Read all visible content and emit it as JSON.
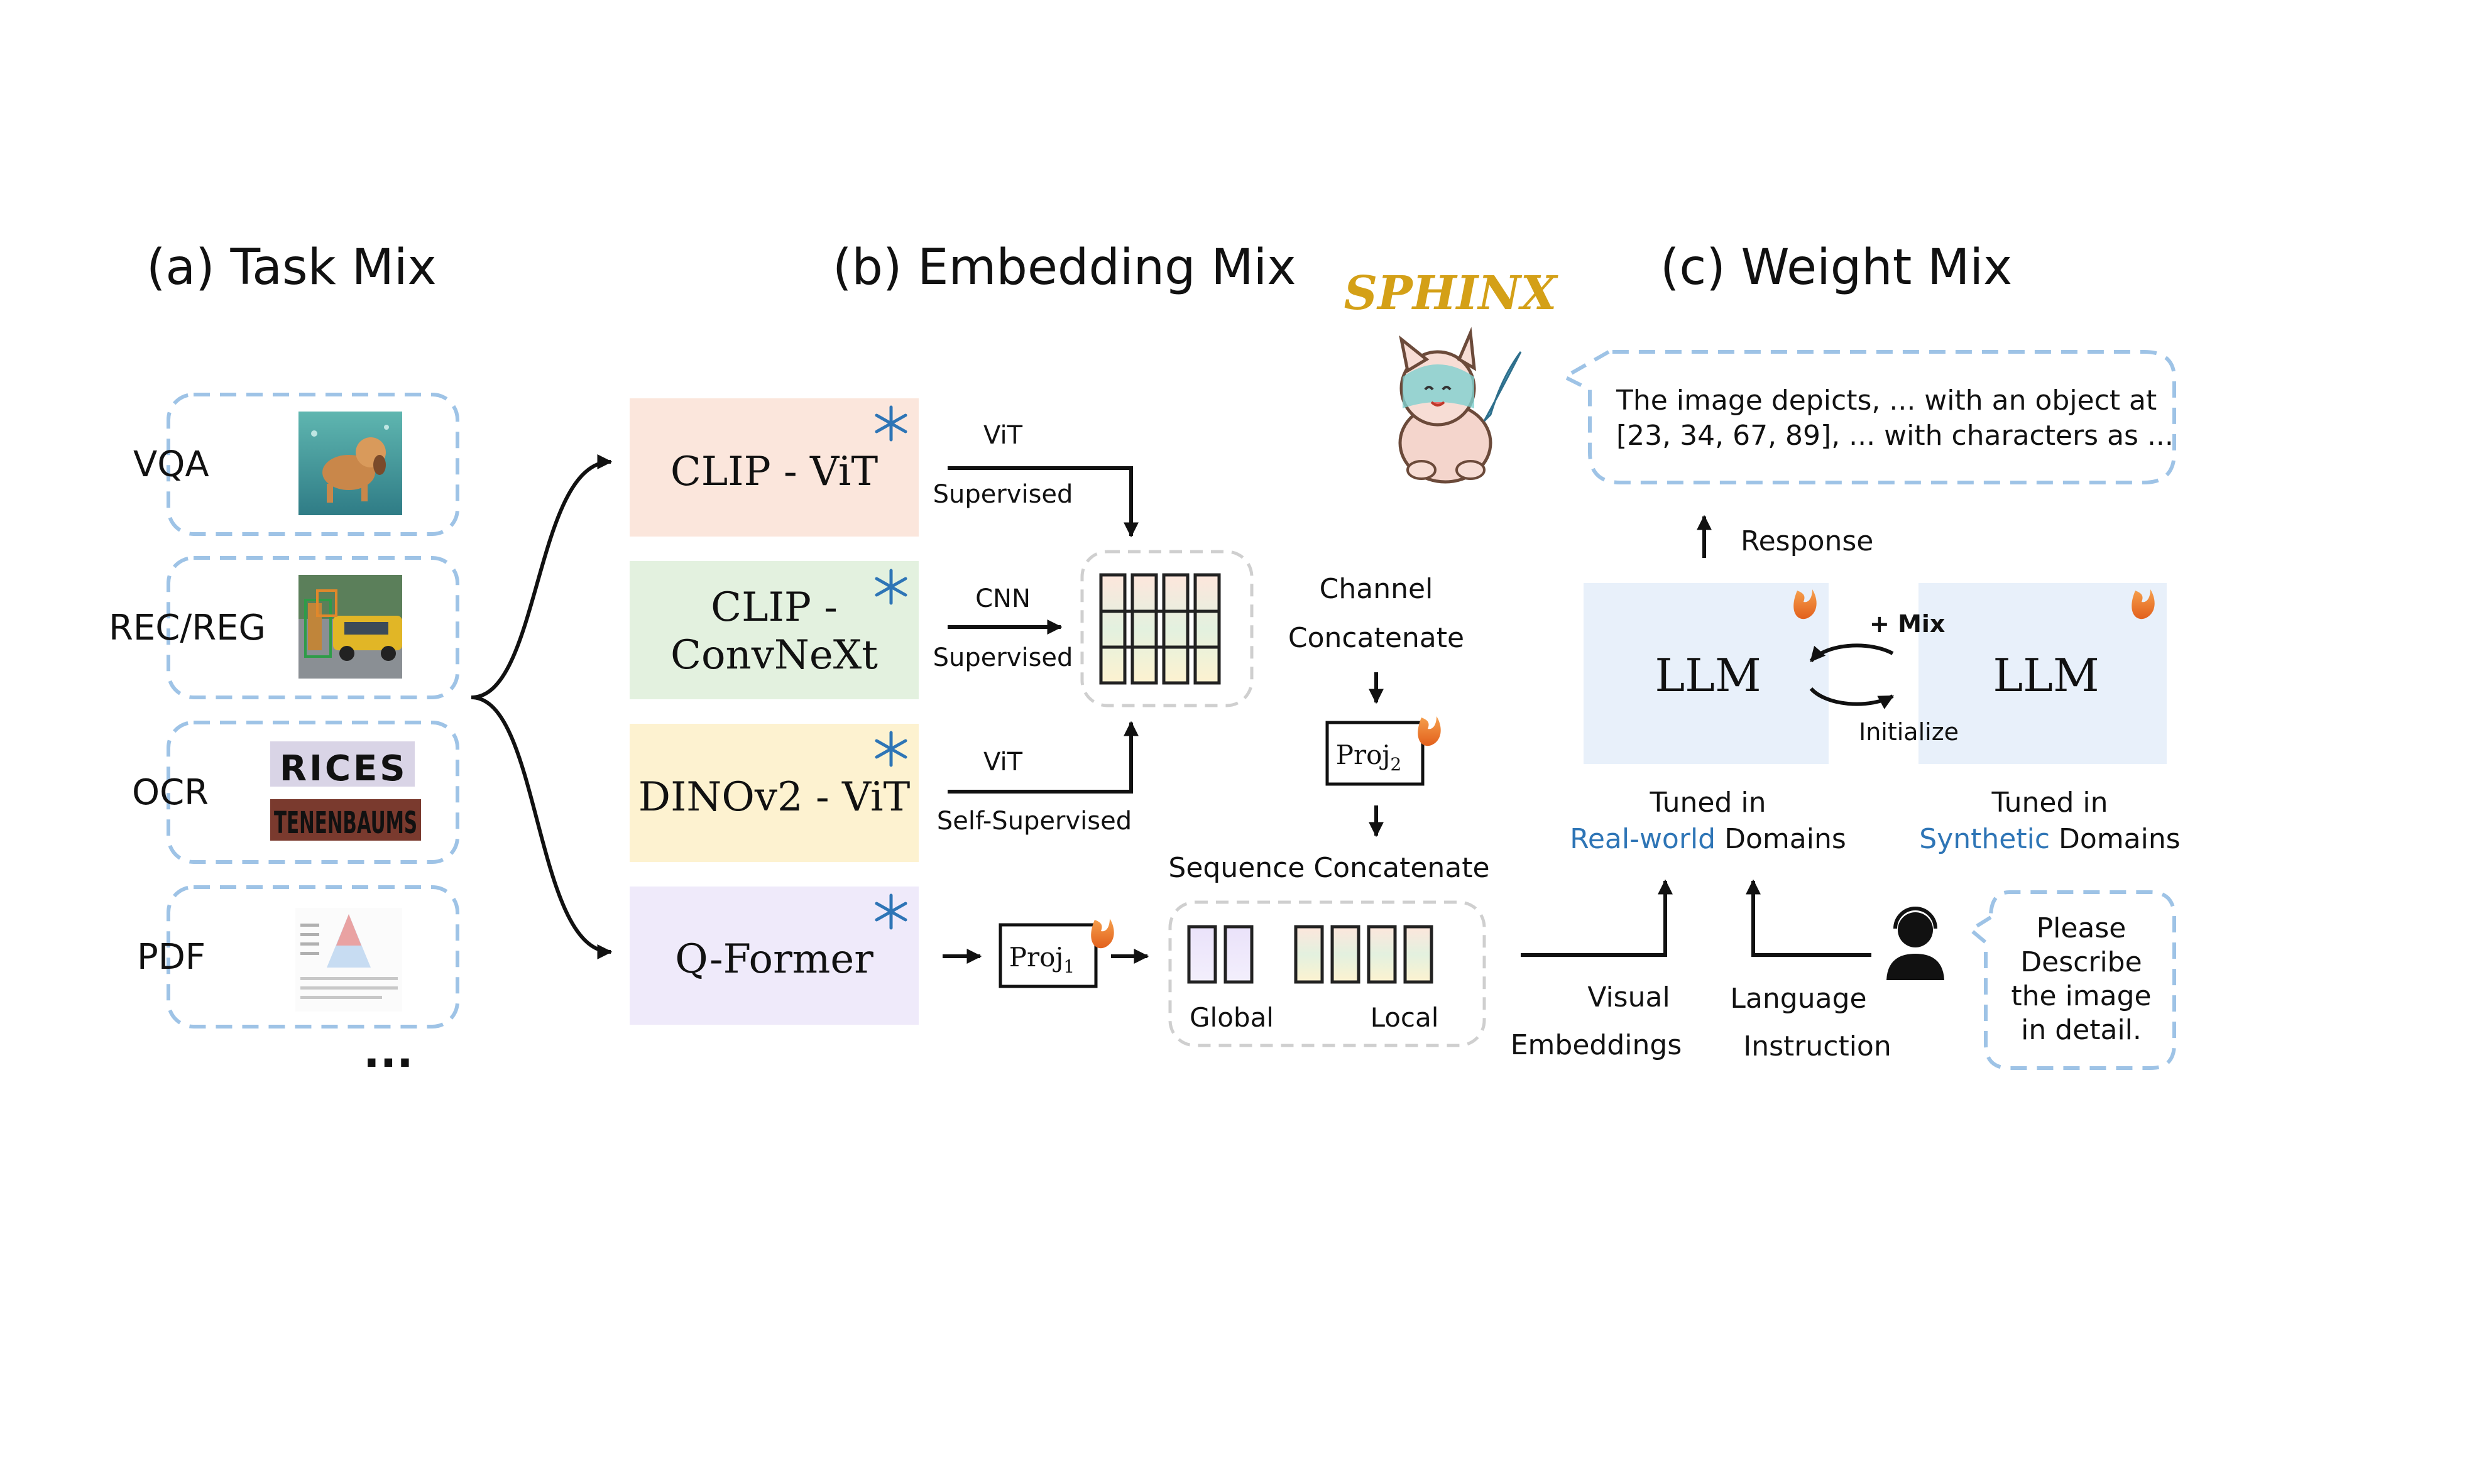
{
  "sections": {
    "task_mix": "(a) Task Mix",
    "embedding_mix": "(b) Embedding Mix",
    "weight_mix": "(c) Weight Mix"
  },
  "brand": {
    "name": "SPHINX",
    "color": "#d4a017"
  },
  "tasks": [
    {
      "label": "VQA",
      "thumb": "dog-underwater-photo"
    },
    {
      "label": "REC/REG",
      "thumb": "street-scene-photo"
    },
    {
      "label": "OCR",
      "thumb_lines": [
        "RICES",
        "TENENBAUMS"
      ]
    },
    {
      "label": "PDF",
      "thumb": "document-page"
    }
  ],
  "tasks_more": "...",
  "encoders": [
    {
      "line1": "CLIP - ViT",
      "line2": "",
      "arch": "ViT",
      "training": "Supervised",
      "color": "#fbe6dc",
      "label_color": "#c55a11"
    },
    {
      "line1": "CLIP -",
      "line2": "ConvNeXt",
      "arch": "CNN",
      "training": "Supervised",
      "color": "#e3f1df",
      "label_color": "#3a7d22"
    },
    {
      "line1": "DINOv2 - ViT",
      "line2": "",
      "arch": "ViT",
      "training": "Self-Supervised",
      "color": "#fdf2d0",
      "label_color": "#bf8f00"
    },
    {
      "line1": "Q-Former",
      "line2": "",
      "arch": "",
      "training": "",
      "color": "#efeafa",
      "label_color": "#7030a0"
    }
  ],
  "channel_concat": {
    "line1": "Channel",
    "line2": "Concatenate"
  },
  "proj2": {
    "main": "Proj",
    "sub": "2"
  },
  "proj1": {
    "main": "Proj",
    "sub": "1"
  },
  "sequence_concat": "Sequence Concatenate",
  "token_labels": {
    "global": "Global",
    "local": "Local",
    "global_color": "#7030a0",
    "local_color": "#c55a11"
  },
  "response_bubble": {
    "line1": "The image depicts, ... with an object at",
    "line2": "[23, 34, 67, 89], ... with characters as ..."
  },
  "response_label": "Response",
  "llm_real": {
    "label": "LLM",
    "caption1": "Tuned in",
    "caption_highlight": "Real-world",
    "caption_rest": " Domains"
  },
  "llm_synth": {
    "label": "LLM",
    "caption1": "Tuned in",
    "caption_highlight": "Synthetic",
    "caption_rest": " Domains"
  },
  "mix_label": "+ Mix",
  "initialize_label": "Initialize",
  "visual_embeddings": {
    "line1": "Visual",
    "line2": "Embeddings"
  },
  "language_instruction": {
    "line1": "Language",
    "line2": "Instruction"
  },
  "user_bubble": {
    "lines": [
      "Please",
      "Describe",
      "the image",
      "in detail."
    ]
  },
  "colors": {
    "accent_blue": "#2e75b6",
    "muted_gray": "#a6a6a6",
    "llm_fill": "#e8f0fa",
    "dash_blue": "#9ec3e6"
  }
}
